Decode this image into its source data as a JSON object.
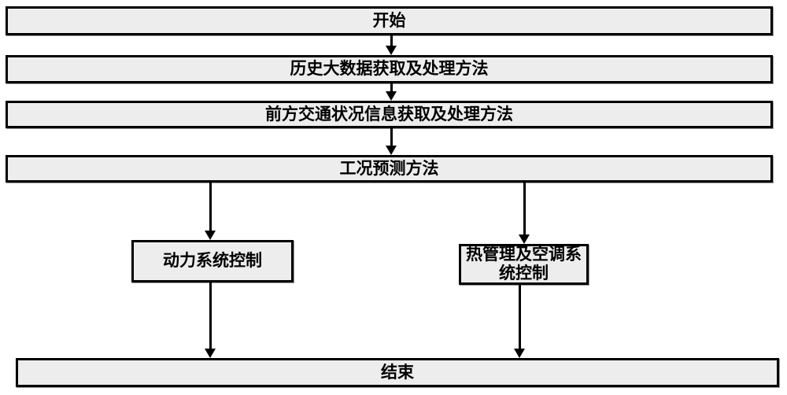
{
  "diagram": {
    "type": "flowchart",
    "background": "#ffffff",
    "node_fill": "#ededed",
    "node_border": "#000000",
    "text_color": "#000000",
    "nodes": [
      {
        "id": "start",
        "label": "开始"
      },
      {
        "id": "historical-big-data",
        "label": "历史大数据获取及处理方法"
      },
      {
        "id": "forward-traffic-info",
        "label": "前方交通状况信息获取及处理方法"
      },
      {
        "id": "condition-prediction",
        "label": "工况预测方法"
      },
      {
        "id": "powertrain-control",
        "label": "动力系统控制"
      },
      {
        "id": "thermal-ac-control",
        "label": "热管理及空调系统控制"
      },
      {
        "id": "end",
        "label": "结束"
      }
    ],
    "edges": [
      {
        "from": "start",
        "to": "historical-big-data"
      },
      {
        "from": "historical-big-data",
        "to": "forward-traffic-info"
      },
      {
        "from": "forward-traffic-info",
        "to": "condition-prediction"
      },
      {
        "from": "condition-prediction",
        "to": "powertrain-control"
      },
      {
        "from": "condition-prediction",
        "to": "thermal-ac-control"
      },
      {
        "from": "powertrain-control",
        "to": "end"
      },
      {
        "from": "thermal-ac-control",
        "to": "end"
      }
    ]
  }
}
